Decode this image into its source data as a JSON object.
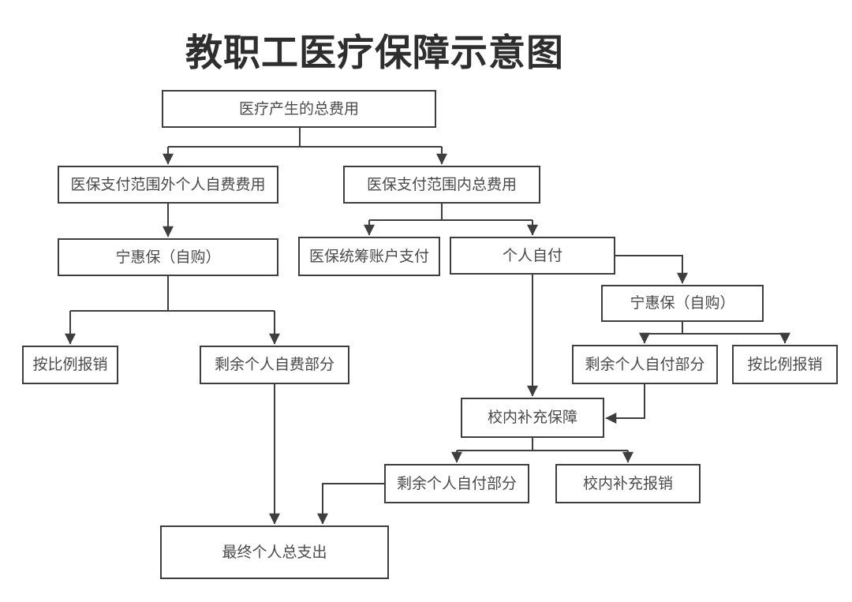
{
  "diagram": {
    "title": "教职工医疗保障示意图",
    "accent_color": "#3e3e3e",
    "background_color": "#ffffff",
    "nodes": {
      "total_cost": {
        "label": "医疗产生的总费用"
      },
      "outside_scope": {
        "label": "医保支付范围外个人自费费用"
      },
      "inside_scope": {
        "label": "医保支付范围内总费用"
      },
      "ninghuibao_left": {
        "label": "宁惠保（自购）"
      },
      "pooling_account": {
        "label": "医保统筹账户支付"
      },
      "personal_pay": {
        "label": "个人自付"
      },
      "ninghuibao_right": {
        "label": "宁惠保（自购）"
      },
      "ratio_reimburse_left": {
        "label": "按比例报销"
      },
      "remaining_self_fee": {
        "label": "剩余个人自费部分"
      },
      "remaining_self_pay_right": {
        "label": "剩余个人自付部分"
      },
      "ratio_reimburse_right": {
        "label": "按比例报销"
      },
      "campus_supplement": {
        "label": "校内补充保障"
      },
      "remaining_self_pay_bottom": {
        "label": "剩余个人自付部分"
      },
      "campus_reimburse": {
        "label": "校内补充报销"
      },
      "final_total": {
        "label": "最终个人总支出"
      }
    }
  }
}
